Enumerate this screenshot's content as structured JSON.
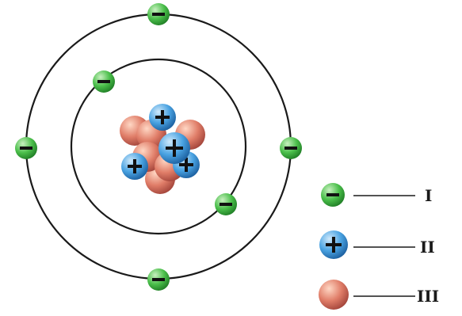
{
  "particles": {
    "electron": {
      "name": "electron",
      "sign": "−",
      "colors": [
        "#c8f0c0",
        "#4bbf4b",
        "#1f7d25"
      ]
    },
    "proton": {
      "name": "proton",
      "sign": "+",
      "colors": [
        "#cfe9fb",
        "#4aa3e2",
        "#1b5e9e"
      ]
    },
    "neutron": {
      "name": "neutron",
      "colors": [
        "#ffd7c4",
        "#e07d68",
        "#a2443a"
      ]
    }
  },
  "legend": [
    {
      "particle": "electron",
      "label": "I"
    },
    {
      "particle": "proton",
      "label": "II"
    },
    {
      "particle": "neutron",
      "label": "III"
    }
  ]
}
